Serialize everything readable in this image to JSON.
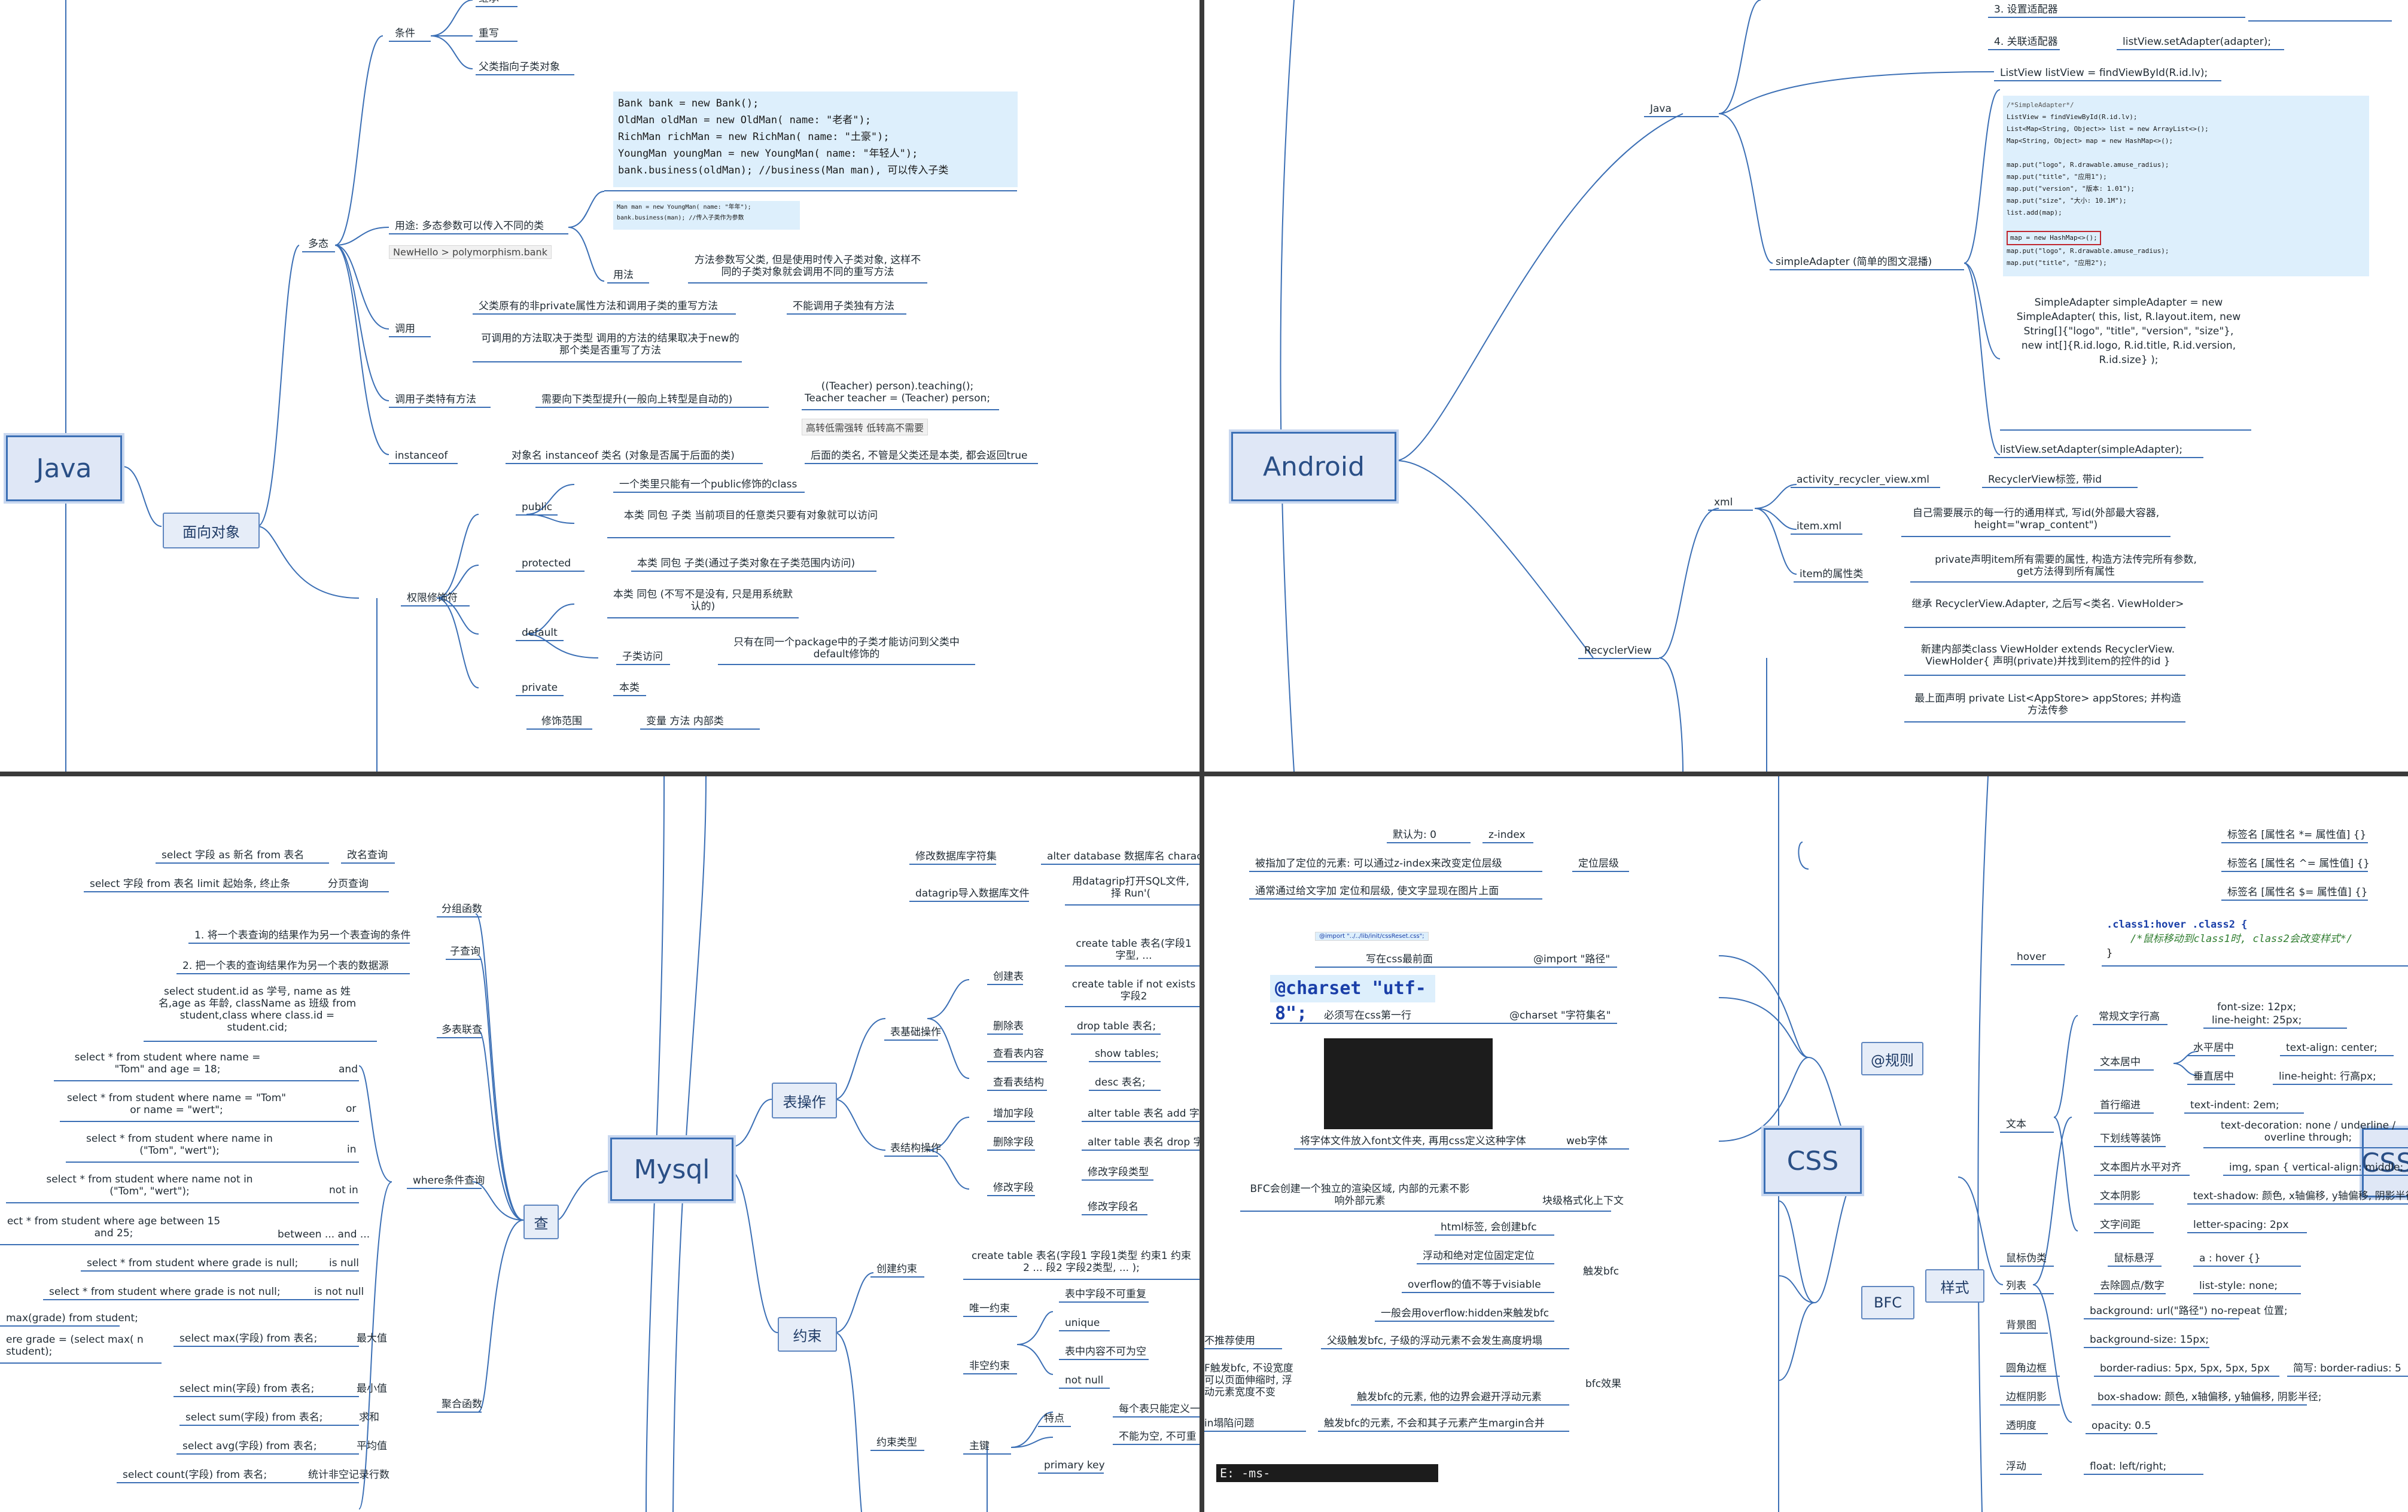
{
  "java": {
    "root": "Java",
    "oop": "面向对象",
    "duotai": "多态",
    "tiaojian": "条件",
    "jicheng": "继承",
    "chongxie": "重写",
    "fulei_zhixiang": "父类指向子类对象",
    "code_lines": [
      "Bank bank = new Bank();",
      "OldMan oldMan = new OldMan( name: \"老者\");",
      "RichMan richMan = new RichMan( name: \"土豪\");",
      "YoungMan youngMan = new YoungMan( name: \"年轻人\");",
      "bank.business(oldMan);  //business(Man man), 可以传入子类"
    ],
    "small_code_1": "Man man = new YoungMan( name: \"年年\");",
    "small_code_2": "bank.business(man);  //传入子类作为参数",
    "yongtu": "用途: 多态参数可以传入不同的类",
    "yongtu_tag": "NewHello > polymorphism.bank",
    "yongfa": "用法",
    "yongfa_desc": "方法参数写父类, 但是使用时传入子类对象, 这样不同的子类对象就会调用不同的重写方法",
    "diaoyong": "调用",
    "diaoyong_1": "父类原有的非private属性方法和调用子类的重写方法",
    "diaoyong_1b": "不能调用子类独有方法",
    "diaoyong_2": "可调用的方法取决于类型 调用的方法的结果取决于new的那个类是否重写了方法",
    "diaoyong_zilei": "调用子类特有方法",
    "xiazhuan": "需要向下类型提升(一般向上转型是自动的)",
    "teacher": "((Teacher) person).teaching(); Teacher teacher = (Teacher) person;",
    "teacher_tag": "高转低需强转 低转高不需要",
    "instanceof": "instanceof",
    "instanceof_desc": "对象名 instanceof 类名 (对象是否属于后面的类)",
    "instanceof_desc2": "后面的类名, 不管是父类还是本类, 都会返回true",
    "quanxian": "权限修饰符",
    "public": "public",
    "public_1": "一个类里只能有一个public修饰的class",
    "public_2": "本类  同包  子类  当前项目的任意类只要有对象就可以访问",
    "protected": "protected",
    "protected_1": "本类  同包  子类(通过子类对象在子类范围内访问)",
    "default": "default",
    "default_1": "本类  同包 (不写不是没有, 只是用系统默认的)",
    "default_zilei": "子类访问",
    "default_2": "只有在同一个package中的子类才能访问到父类中default修饰的",
    "private": "private",
    "private_1": "本类",
    "xiushi": "修饰范围",
    "xiushi_1": "变量  方法  内部类"
  },
  "android": {
    "root": "Android",
    "java": "Java",
    "shezhi": "3. 设置适配器",
    "guanlian": "4. 关联适配器",
    "setadapter": "listView.setAdapter(adapter);",
    "listview_find": "ListView listView = findViewById(R.id.lv);",
    "simpleadapter": "simpleAdapter (简单的图文混播)",
    "sa_code": "SimpleAdapter simpleAdapter = new SimpleAdapter( this, list, R.layout.item, new String[]{\"logo\", \"title\", \"version\", \"size\"}, new int[]{R.id.logo, R.id.title, R.id.version, R.id.size} );",
    "sa_set": "listView.setAdapter(simpleAdapter);",
    "recyclerview": "RecyclerView",
    "xml": "xml",
    "activity_xml": "activity_recycler_view.xml",
    "activity_xml_desc": "RecyclerView标签, 带id",
    "item_xml": "item.xml",
    "item_xml_desc": "自己需要展示的每一行的通用样式, 写id(外部最大容器, height=\"wrap_content\")",
    "item_attr": "item的属性类",
    "item_attr_desc": "private声明item所有需要的属性, 构造方法传完所有参数, get方法得到所有属性",
    "extend": "继承 RecyclerView.Adapter, 之后写<类名. ViewHolder>",
    "inner": "新建内部类class ViewHolder extends RecyclerView. ViewHolder{ 声明(private)并找到item的控件的id }",
    "list_decl": "最上面声明 private List<AppStore> appStores; 并构造方法传参"
  },
  "mysql": {
    "root": "Mysql",
    "cha": "查",
    "biaocaozuo": "表操作",
    "yueshu": "约束",
    "gaiming_q": "select 字段 as 新名 from 表名",
    "gaiming": "改名查询",
    "fenye_q": "select 字段 from 表名 limit 起始条, 终止条",
    "fenye": "分页查询",
    "fenzu": "分组函数",
    "ziquery": "子查询",
    "zi_1": "1. 将一个表查询的结果作为另一个表查询的条件",
    "zi_2": "2. 把一个表的查询结果作为另一个表的数据源",
    "duobiao_q": "select student.id as 学号, name as 姓名,age as 年龄, className as 班级 from student,class where class.id = student.cid;",
    "duobiao": "多表联查",
    "and_q": "select * from student where name = \"Tom\" and age = 18;",
    "and": "and",
    "or_q": "select * from student where name = \"Tom\" or name = \"wert\";",
    "or": "or",
    "in_q": "select * from student where name in (\"Tom\", \"wert\");",
    "in": "in",
    "notin_q": "select * from student where name not in (\"Tom\", \"wert\");",
    "notin": "not in",
    "where": "where条件查询",
    "between_q": "ect * from student where age between 15 and 25;",
    "between": "between ... and ...",
    "isnull_q": "select * from student where grade is null;",
    "isnull": "is null",
    "isnotnull_q": "select * from student where grade is not null;",
    "isnotnull": "is not null",
    "max_frag1": "max(grade) from student;",
    "max_frag2": "ere grade = (select max( n student);",
    "max_q": "select max(字段) from 表名;",
    "max": "最大值",
    "min_q": "select min(字段) from 表名;",
    "min": "最小值",
    "sum_q": "select sum(字段) from 表名;",
    "sum": "求和",
    "avg_q": "select avg(字段) from 表名;",
    "avg": "平均值",
    "count_q": "select count(字段) from 表名;",
    "count": "统计非空记录行数",
    "juhe": "聚合函数",
    "xiugai_charset": "修改数据库字符集",
    "xiugai_charset_q": "alter database 数据库名 characte",
    "datagrip": "datagrip导入数据库文件",
    "datagrip_q": "用datagrip打开SQL文件, 择 Run'(",
    "biaojichu": "表基础操作",
    "chuangjian": "创建表",
    "chuangjian_1": "create table 表名(字段1 字型, ...",
    "chuangjian_2": "create table if not exists 字段2",
    "shanchu": "删除表",
    "shanchu_q": "drop table 表名;",
    "chakan": "查看表内容",
    "chakan_q": "show tables;",
    "jiegou": "查看表结构",
    "jiegou_q": "desc 表名;",
    "biaojiegou": "表结构操作",
    "zengjia": "增加字段",
    "zengjia_q": "alter table 表名 add 字",
    "shanziduan": "删除字段",
    "shanziduan_q": "alter table 表名 drop 字",
    "xiugaiziduan": "修改字段",
    "xiugai_leixing": "修改字段类型",
    "xiugai_ming": "修改字段名",
    "chuangjianyueshu": "创建约束",
    "chuangjianyueshu_q": "create table 表名(字段1 字段1类型 约束1 约束2 ... 段2 字段2类型, ... );",
    "weiyi": "唯一约束",
    "weiyi_1": "表中字段不可重复",
    "unique": "unique",
    "feikong": "非空约束",
    "feikong_1": "表中内容不可为空",
    "notnull": "not null",
    "yueshuleixing": "约束类型",
    "zhujian": "主键",
    "tedian": "特点",
    "tedian_1": "每个表只能定义一",
    "tedian_2": "不能为空, 不可重",
    "primarykey": "primary key"
  },
  "css": {
    "root": "CSS",
    "guize": "@规则",
    "bfc": "BFC",
    "yangshi": "样式",
    "morenwei": "默认为: 0",
    "zindex": "z-index",
    "dingwei_1": "被指加了定位的元素: 可以通过z-index来改变定位层级",
    "dingwei_2": "通常通过给文字加 定位和层级, 使文字显现在图片上面",
    "dingweicengji": "定位层级",
    "import_tag": "@import \"../../lib/init/cssReset.css\";",
    "import_desc": "写在css最前面",
    "import": "@import \"路径\"",
    "charset_code": "@charset \"utf-8\";",
    "charset_desc": "必须写在css第一行",
    "charset": "@charset \"字符集名\"",
    "webfont_desc": "将字体文件放入font文件夹, 再用css定义这种字体",
    "webfont": "web字体",
    "bfc_desc": "BFC会创建一个独立的渲染区域, 内部的元素不影响外部元素",
    "kuaiji": "块级格式化上下文",
    "html_tag": "html标签, 会创建bfc",
    "fudong_dingwei": "浮动和绝对定位固定定位",
    "overflow": "overflow的值不等于visiable",
    "overflow_hidden": "一般会用overflow:hidden来触发bfc",
    "chufa": "触发bfc",
    "butuijian": "不推荐使用",
    "fujichufa": "父级触发bfc, 子级的浮动元素不会发生高度坍塌",
    "frag_1": "F触发bfc, 不设宽度 可以页面伸缩时, 浮动元素宽度不变",
    "chufa_2": "触发bfc的元素, 他的边界会避开浮动元素",
    "frag_2": "in塌陷问题",
    "chufa_3": "触发bfc的元素, 不会和其子元素产生margin合并",
    "bfc_xiaoguo": "bfc效果",
    "prefix": "E:  -ms-",
    "attr_1": "标签名 [属性名 *= 属性值] {}",
    "attr_2": "标签名 [属性名 ^= 属性值] {}",
    "attr_3": "标签名 [属性名 $= 属性值] {}",
    "hover": "hover",
    "hover_code_1": ".class1:hover .class2 {",
    "hover_code_2": "/*鼠标移动到class1时, class2会改变样式*/",
    "hover_code_3": "}",
    "changgui": "常规文字行高",
    "changgui_1": "font-size: 12px;",
    "changgui_2": "line-height: 25px;",
    "wenben": "文本",
    "wenbenjuzhong": "文本居中",
    "shuipingjuzhong": "水平居中",
    "shuiping_v": "text-align: center;",
    "chuizhijuzhong": "垂直居中",
    "chuizhi_v": "line-height: 行高px;",
    "shouhang": "首行缩进",
    "shouhang_v": "text-indent: 2em;",
    "xiahuaxian": "下划线等装饰",
    "xiahuaxian_v": "text-decoration: none / underline / overline through;",
    "tupian": "文本图片水平对齐",
    "tupian_v": "img, span { vertical-align: middle; }",
    "yinying": "文本阴影",
    "yinying_v": "text-shadow: 颜色, x轴偏移, y轴偏移, 阴影半径;",
    "jianju": "文字间距",
    "jianju_v": "letter-spacing: 2px",
    "shubiao": "鼠标伪类",
    "shubiao_1": "鼠标悬浮",
    "shubiao_v": "a : hover {}",
    "liebiao": "列表",
    "liebiao_1": "去除圆点/数字",
    "liebiao_v": "list-style: none;",
    "beijing": "背景图",
    "beijing_1": "background: url(\"路径\") no-repeat 位置;",
    "beijing_2": "background-size: 15px;",
    "yuanjiao": "圆角边框",
    "yuanjiao_v": "border-radius: 5px, 5px, 5px, 5px",
    "yuanjiao_j": "简写: border-radius: 5",
    "bianyin": "边框阴影",
    "bianyin_v": "box-shadow: 颜色, x轴偏移, y轴偏移, 阴影半径;",
    "touming": "透明度",
    "touming_v": "opacity: 0.5",
    "fudong": "浮动",
    "fudong_v": "float: left/right;"
  },
  "colors": {
    "line": "#3b6fb5",
    "node_fill": "#dfe7f6",
    "divider": "#3a3a3a"
  }
}
